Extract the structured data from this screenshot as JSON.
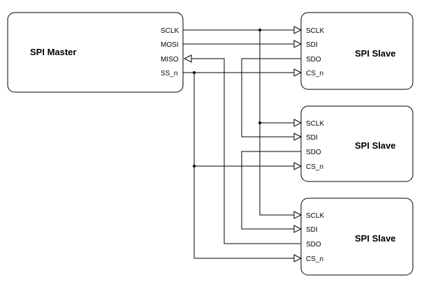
{
  "master": {
    "title": "SPI Master",
    "pins": [
      "SCLK",
      "MOSI",
      "MISO",
      "SS_n"
    ]
  },
  "slaves": [
    {
      "title": "SPI Slave",
      "pins": [
        "SCLK",
        "SDI",
        "SDO",
        "CS_n"
      ]
    },
    {
      "title": "SPI Slave",
      "pins": [
        "SCLK",
        "SDI",
        "SDO",
        "CS_n"
      ]
    },
    {
      "title": "SPI Slave",
      "pins": [
        "SCLK",
        "SDI",
        "SDO",
        "CS_n"
      ]
    }
  ]
}
